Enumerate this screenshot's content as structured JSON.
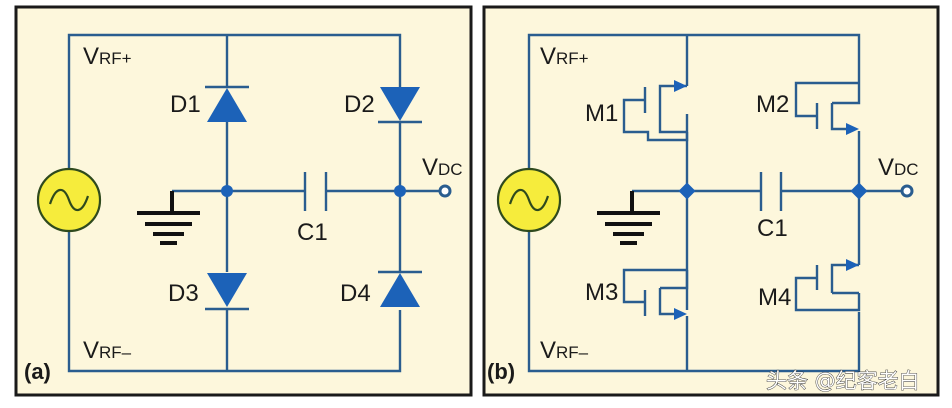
{
  "figure": {
    "panels": [
      {
        "id": "a",
        "label": "(a)",
        "type": "diode-bridge-rectifier",
        "rf_plus": {
          "main": "V",
          "sub": "RF+"
        },
        "rf_minus": {
          "main": "V",
          "sub": "RF–"
        },
        "vdc": {
          "main": "V",
          "sub": "DC"
        },
        "capacitor": "C1",
        "components": [
          "D1",
          "D2",
          "D3",
          "D4"
        ]
      },
      {
        "id": "b",
        "label": "(b)",
        "type": "mosfet-bridge-rectifier",
        "rf_plus": {
          "main": "V",
          "sub": "RF+"
        },
        "rf_minus": {
          "main": "V",
          "sub": "RF–"
        },
        "vdc": {
          "main": "V",
          "sub": "DC"
        },
        "capacitor": "C1",
        "components": [
          "M1",
          "M2",
          "M3",
          "M4"
        ]
      }
    ],
    "watermark": "头条 @纪客老白",
    "colors": {
      "background": "#fdf7dc",
      "wire": "#2a5d8f",
      "component_fill": "#1c62b8",
      "source_fill": "#f6ec3c",
      "ground": "#111111"
    }
  }
}
